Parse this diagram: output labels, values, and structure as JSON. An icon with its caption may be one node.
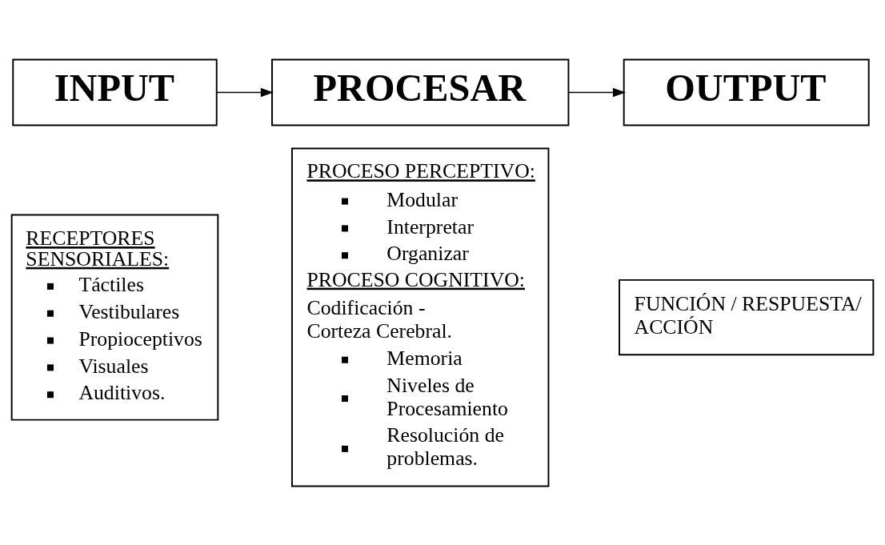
{
  "diagram": {
    "nodes": [
      {
        "text": [
          "INPUT"
        ]
      },
      {
        "text": [
          "PROCESAR"
        ]
      },
      {
        "text": [
          "OUTPUT"
        ]
      },
      {
        "text": [
          "RECEPTORES SENSORIALES:",
          "Táctiles",
          "Vestibulares",
          "Propioceptivos",
          "Visuales",
          "Auditivos."
        ]
      },
      {
        "text": [
          "PROCESO PERCEPTIVO:",
          "Modular",
          "Interpretar",
          "Organizar",
          "PROCESO COGNITIVO:",
          "Codificación - Corteza Cerebral.",
          "Memoria",
          "Niveles de Procesamiento",
          "Resolución de problemas."
        ]
      },
      {
        "text": [
          "FUNCIÓN / RESPUESTA/ ACCIÓN"
        ]
      }
    ],
    "edges": [
      {
        "from": 0,
        "to": 1,
        "arrow": "to"
      },
      {
        "from": 1,
        "to": 2,
        "arrow": "to"
      }
    ]
  }
}
